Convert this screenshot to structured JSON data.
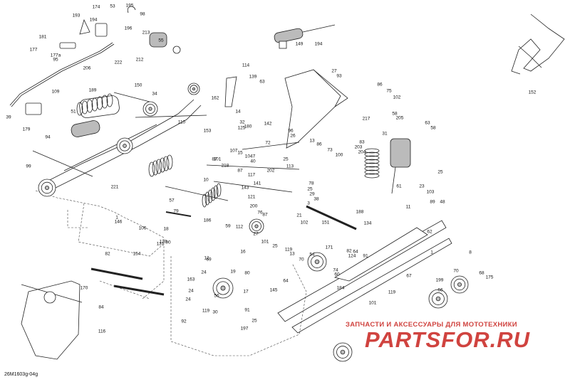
{
  "diagram": {
    "reference_code": "26M1603g-04g",
    "watermark": {
      "caption": "ЗАПЧАСТИ И АКСЕССУАРЫ ДЛЯ МОТОТЕХНИКИ",
      "logo": "PARTSFOR.RU"
    },
    "callouts": [
      "174",
      "53",
      "194",
      "195",
      "193",
      "98",
      "196",
      "181",
      "213",
      "55",
      "177",
      "177a",
      "95",
      "212",
      "222",
      "206",
      "149",
      "194",
      "152",
      "109",
      "189",
      "150",
      "34",
      "51",
      "114",
      "139",
      "63",
      "27",
      "93",
      "86",
      "75",
      "102",
      "39",
      "179",
      "94",
      "110",
      "162",
      "153",
      "32",
      "125",
      "180",
      "14",
      "142",
      "96",
      "26",
      "217",
      "58",
      "205",
      "63",
      "58",
      "99",
      "107",
      "87",
      "15",
      "1047",
      "40",
      "72",
      "13",
      "86",
      "73",
      "100",
      "31",
      "83",
      "203",
      "204",
      "218",
      "101",
      "10",
      "87",
      "117",
      "202",
      "25",
      "141",
      "143",
      "25",
      "221",
      "113",
      "25",
      "29",
      "78",
      "61",
      "23",
      "103",
      "121",
      "76",
      "3",
      "38",
      "11",
      "89",
      "48",
      "57",
      "79",
      "200",
      "188",
      "21",
      "1",
      "146",
      "106",
      "186",
      "59",
      "112",
      "87",
      "102",
      "151",
      "27",
      "134",
      "18",
      "16",
      "62",
      "130",
      "90",
      "131",
      "101",
      "25",
      "119",
      "13",
      "171",
      "64",
      "91",
      "12",
      "82",
      "124",
      "54",
      "74",
      "60",
      "82",
      "154",
      "69",
      "70",
      "1",
      "8",
      "19",
      "80",
      "145",
      "17",
      "91",
      "56",
      "119",
      "64",
      "184",
      "68",
      "67",
      "70",
      "199",
      "66",
      "175",
      "163",
      "24",
      "24",
      "24",
      "101",
      "170",
      "84",
      "30",
      "25",
      "197",
      "92",
      "116",
      "119"
    ]
  }
}
